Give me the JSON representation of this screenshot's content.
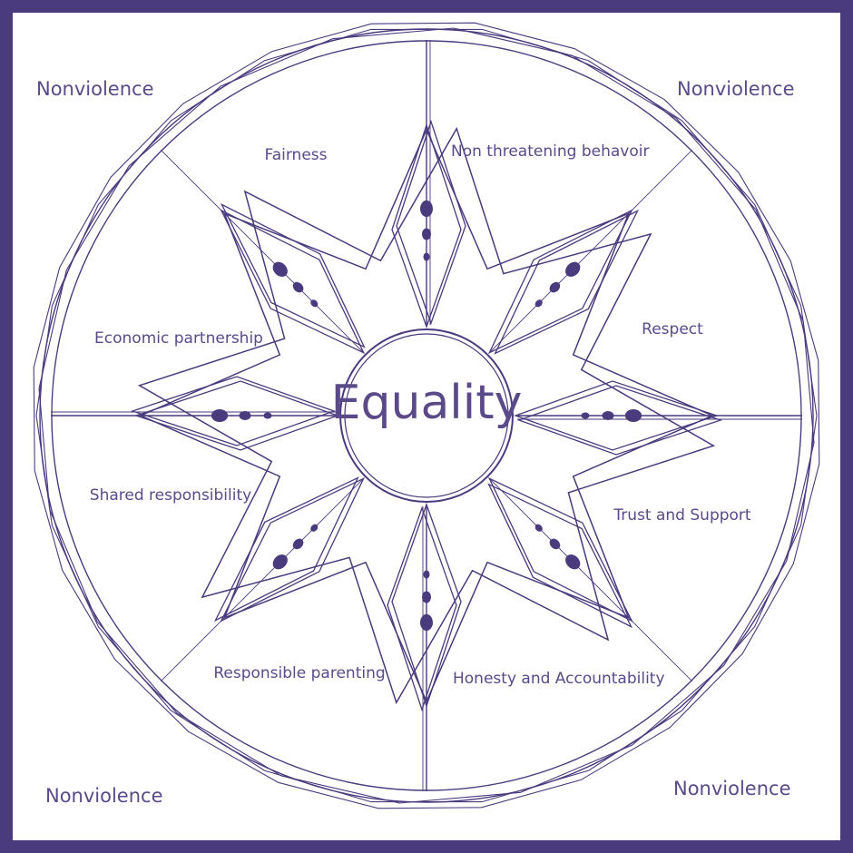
{
  "center": {
    "label": "Equality"
  },
  "corners": {
    "top_left": "Nonviolence",
    "top_right": "Nonviolence",
    "bottom_left": "Nonviolence",
    "bottom_right": "Nonviolence"
  },
  "sections": [
    {
      "label": "Fairness"
    },
    {
      "label": "Non threatening behavoir"
    },
    {
      "label": "Respect"
    },
    {
      "label": "Trust and Support"
    },
    {
      "label": "Honesty and Accountability"
    },
    {
      "label": "Responsible parenting"
    },
    {
      "label": "Shared responsibility"
    },
    {
      "label": "Economic partnership"
    }
  ],
  "colors": {
    "frame": "#4a3a7e",
    "line": "#4a3a7e",
    "text": "#5a4a8a"
  }
}
